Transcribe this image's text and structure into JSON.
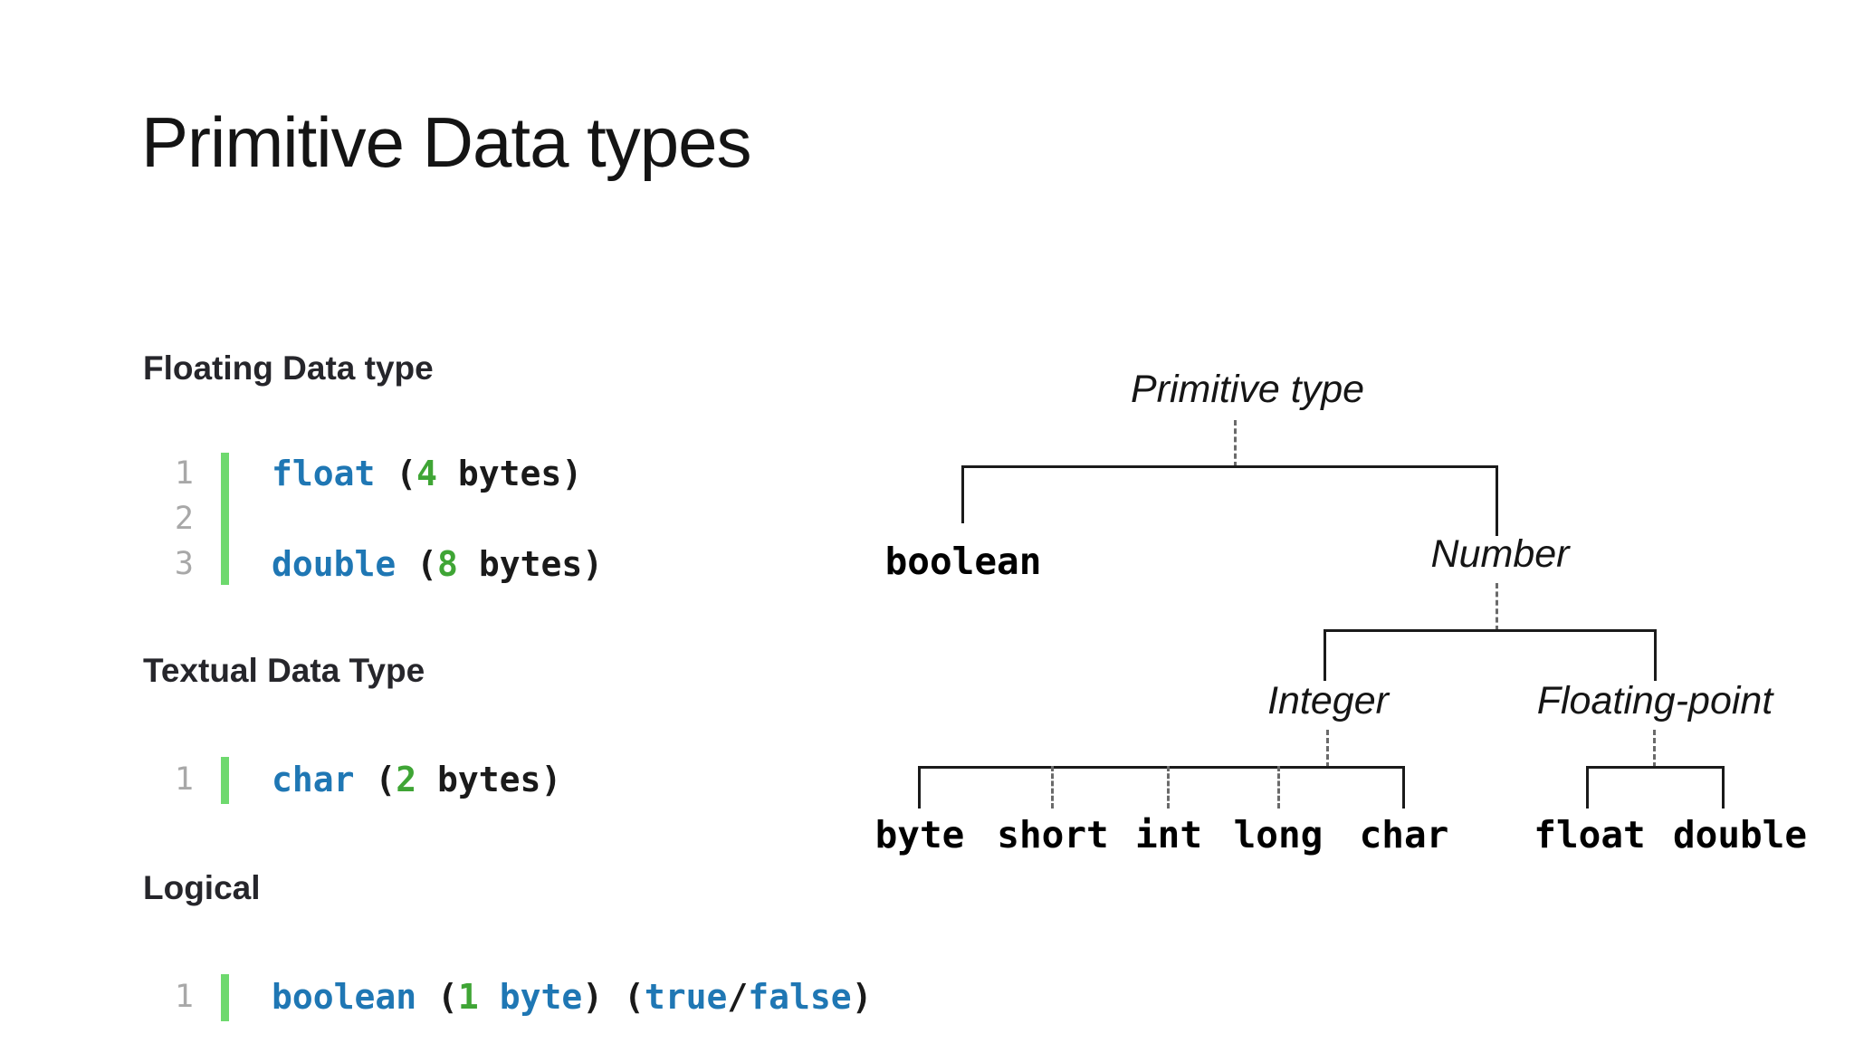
{
  "slide": {
    "title": "Primitive Data types"
  },
  "sections": [
    {
      "heading": "Floating Data type",
      "lines": [
        {
          "num": "1",
          "tokens": [
            {
              "text": "float",
              "type": "keyword"
            },
            {
              "text": " (",
              "type": "plain"
            },
            {
              "text": "4",
              "type": "number"
            },
            {
              "text": " bytes)",
              "type": "plain"
            }
          ]
        },
        {
          "num": "2",
          "tokens": []
        },
        {
          "num": "3",
          "tokens": [
            {
              "text": "double",
              "type": "keyword"
            },
            {
              "text": " (",
              "type": "plain"
            },
            {
              "text": "8",
              "type": "number"
            },
            {
              "text": " bytes)",
              "type": "plain"
            }
          ]
        }
      ]
    },
    {
      "heading": "Textual Data Type",
      "lines": [
        {
          "num": "1",
          "tokens": [
            {
              "text": "char",
              "type": "keyword"
            },
            {
              "text": " (",
              "type": "plain"
            },
            {
              "text": "2",
              "type": "number"
            },
            {
              "text": " bytes)",
              "type": "plain"
            }
          ]
        }
      ]
    },
    {
      "heading": "Logical",
      "lines": [
        {
          "num": "1",
          "tokens": [
            {
              "text": "boolean",
              "type": "keyword"
            },
            {
              "text": " (",
              "type": "plain"
            },
            {
              "text": "1",
              "type": "number"
            },
            {
              "text": " ",
              "type": "plain"
            },
            {
              "text": "byte",
              "type": "keyword"
            },
            {
              "text": ") (",
              "type": "plain"
            },
            {
              "text": "true",
              "type": "keyword"
            },
            {
              "text": "/",
              "type": "plain"
            },
            {
              "text": "false",
              "type": "keyword"
            },
            {
              "text": ")",
              "type": "plain"
            }
          ]
        }
      ]
    }
  ],
  "tree": {
    "root": {
      "label": "Primitive type",
      "children": [
        {
          "label": "boolean",
          "children": []
        },
        {
          "label": "Number",
          "children": [
            {
              "label": "Integer",
              "children": [
                {
                  "label": "byte"
                },
                {
                  "label": "short"
                },
                {
                  "label": "int"
                },
                {
                  "label": "long"
                },
                {
                  "label": "char"
                }
              ]
            },
            {
              "label": "Floating-point",
              "children": [
                {
                  "label": "float"
                },
                {
                  "label": "double"
                }
              ]
            }
          ]
        }
      ]
    }
  },
  "colors": {
    "keyword": "#1f77b4",
    "number": "#3fa535",
    "plain": "#1a1a1a",
    "line_number": "#a8a8a8",
    "gutter_bar": "#6ed96e",
    "heading": "#26262b",
    "tree_line": "#1a1a1a",
    "background": "#ffffff"
  }
}
